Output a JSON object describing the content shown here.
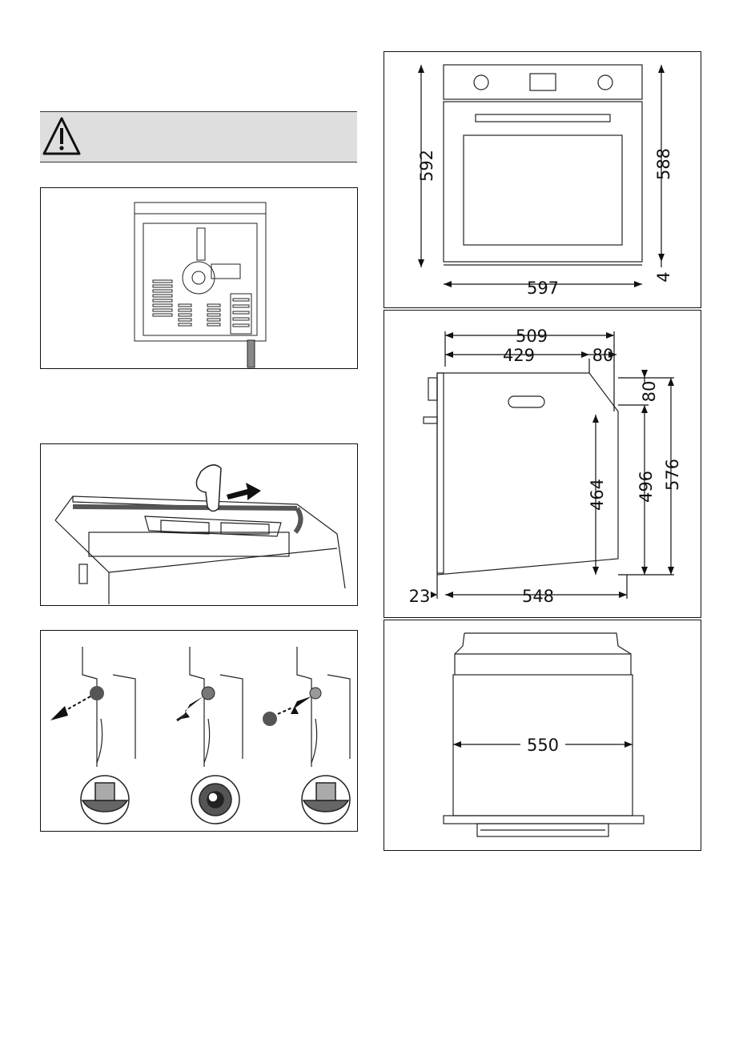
{
  "front_view": {
    "height_left": "592",
    "height_right": "588",
    "gap": "4",
    "width": "597"
  },
  "side_view": {
    "depth_total": "509",
    "depth_body": "429",
    "depth_top": "80",
    "top_step": "80",
    "h_inner": "464",
    "h_mid": "496",
    "h_total": "576",
    "front_offset": "23",
    "depth_bottom": "548"
  },
  "top_view": {
    "width": "550"
  }
}
